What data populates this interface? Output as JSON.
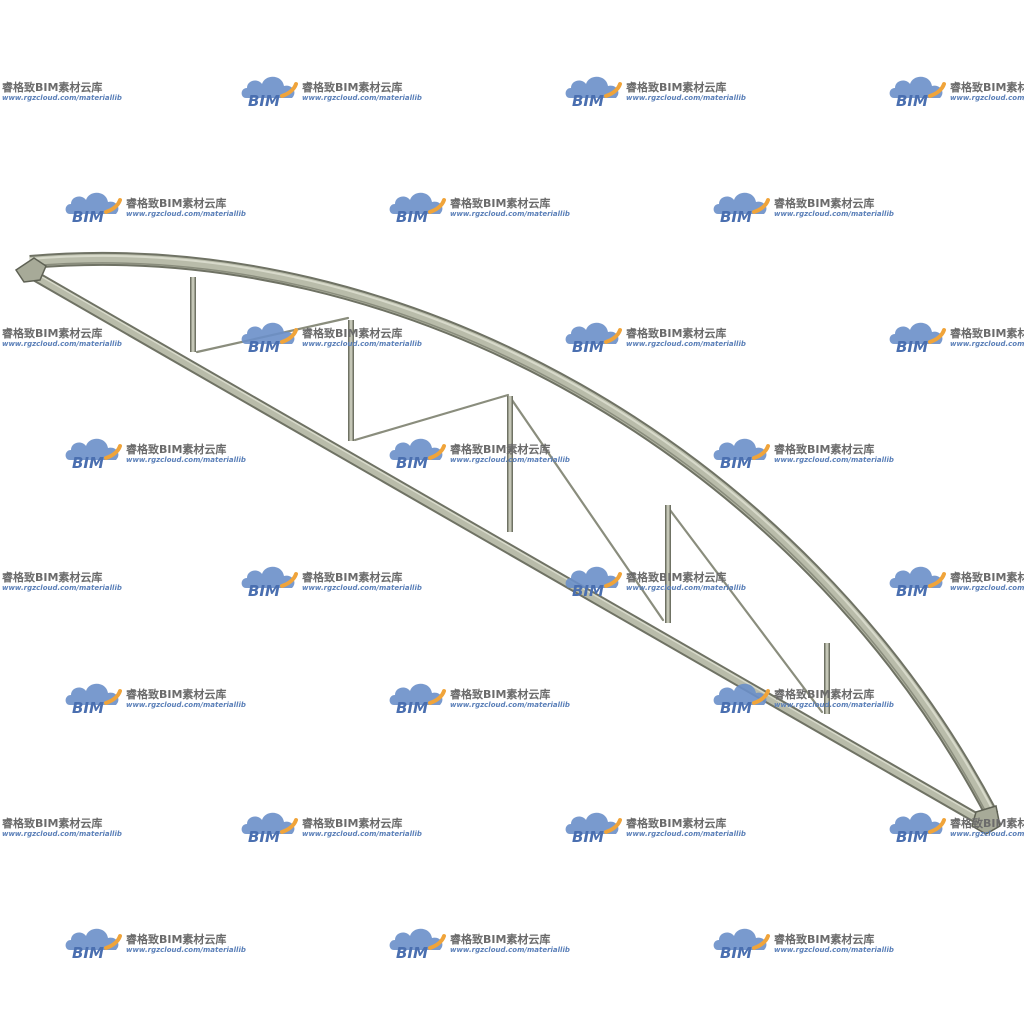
{
  "watermark": {
    "logo_text": "BIM",
    "brand_cn": "睿格致BIM素材云库",
    "url": "www.rgzcloud.com/materiallib",
    "colors": {
      "cloud": "#6a8fc9",
      "cloud_dark": "#4a6fb0",
      "accent": "#f0a43a",
      "text": "#6b6b6b"
    }
  },
  "model": {
    "subject": "arched steel truss",
    "member_color": "#b9bcaa",
    "member_edge_color": "#6f7264"
  }
}
